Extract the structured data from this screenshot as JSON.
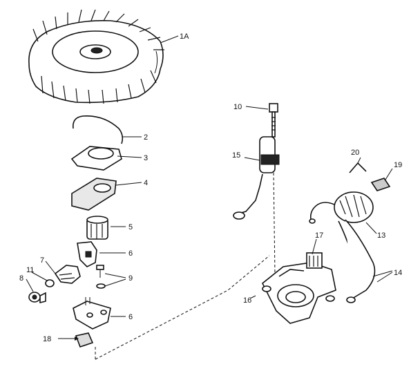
{
  "diagram": {
    "labels": {
      "flywheel": "1A",
      "spring": "2",
      "plate": "3",
      "gasket": "4",
      "bushing": "5",
      "lever_upper": "6",
      "bracket": "7",
      "washer": "8",
      "screws": "9",
      "bolt": "10",
      "nut": "11",
      "coil": "13",
      "wires": "14",
      "condenser": "15",
      "armature": "16",
      "stator": "17",
      "pad": "18",
      "clip": "19",
      "wire_spring": "20",
      "lever_lower": "6"
    }
  }
}
